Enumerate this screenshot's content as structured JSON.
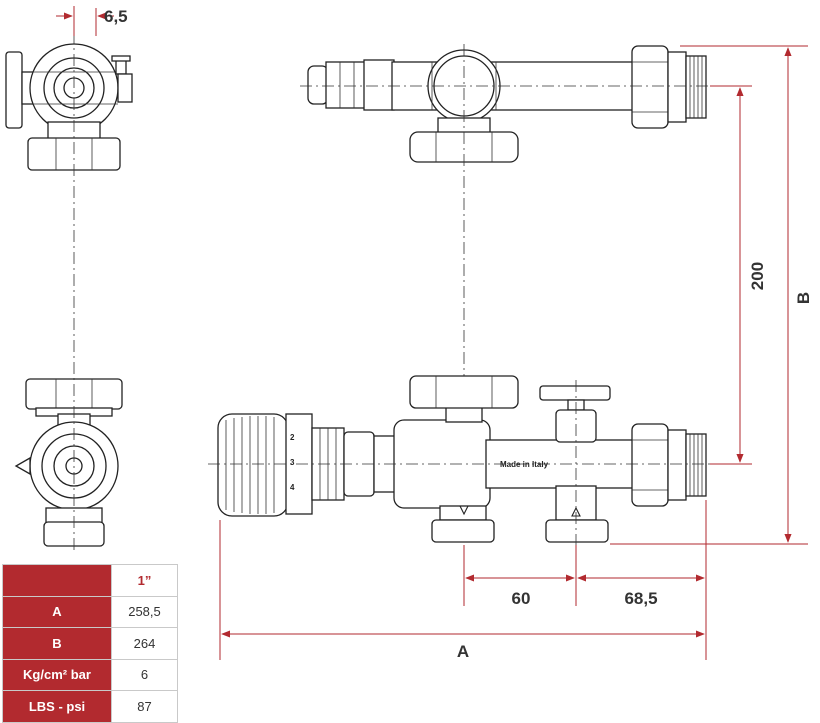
{
  "dimensions": {
    "offset_top": "6,5",
    "height_inner": "200",
    "height_total": "B",
    "spacing_1": "60",
    "spacing_2": "68,5",
    "width_total": "A"
  },
  "stamp_text": "Made in Italy",
  "spec_table": {
    "header": "1”",
    "rows": [
      {
        "label": "A",
        "value": "258,5"
      },
      {
        "label": "B",
        "value": "264"
      },
      {
        "label": "Kg/cm² bar",
        "value": "6"
      },
      {
        "label": "LBS - psi",
        "value": "87"
      }
    ]
  },
  "colors": {
    "accent": "#b22a2f",
    "line": "#222222",
    "table_border": "#c9c9c9"
  }
}
